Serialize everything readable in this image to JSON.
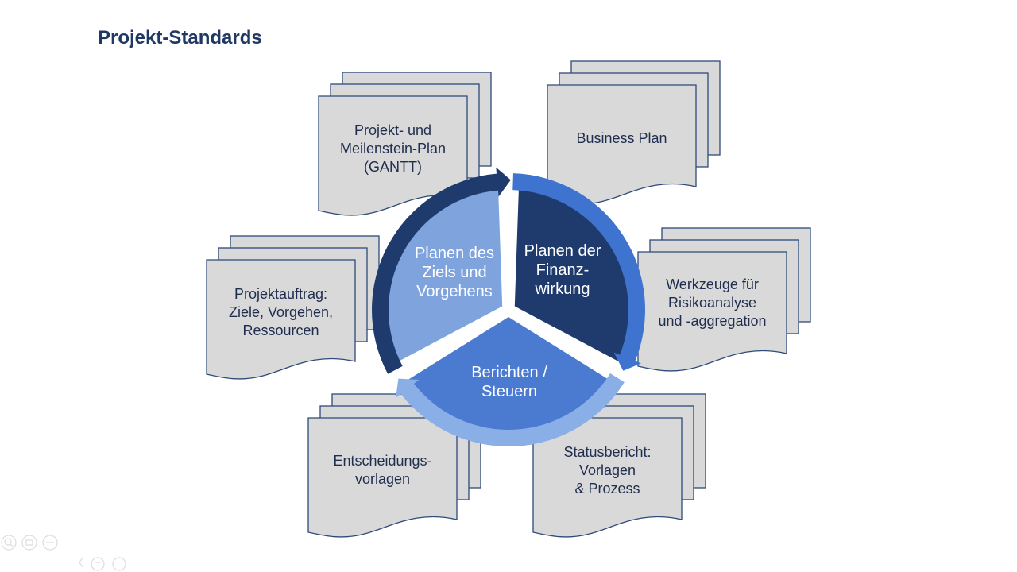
{
  "page": {
    "title": "Projekt-Standards"
  },
  "colors": {
    "title": "#1F3864",
    "doc_fill": "#D9D9D9",
    "doc_stroke": "#2F4A7A",
    "doc_text": "#1F2D4E",
    "seg_light": "#7FA3DD",
    "seg_dark": "#1F3B6E",
    "seg_mid": "#4A7BD1",
    "arrow_dark": "#1F3B6E",
    "arrow_mid": "#3F73D0",
    "arrow_light": "#8AAEE6"
  },
  "cycle": {
    "segments": [
      {
        "id": "planen-ziel",
        "lines": [
          "Planen des",
          "Ziels und",
          "Vorgehens"
        ]
      },
      {
        "id": "planen-finanz",
        "lines": [
          "Planen der",
          "Finanz-",
          "wirkung"
        ]
      },
      {
        "id": "berichten",
        "lines": [
          "Berichten /",
          "Steuern"
        ]
      }
    ]
  },
  "documents": [
    {
      "id": "gantt",
      "lines": [
        "Projekt- und",
        "Meilenstein-Plan",
        "(GANTT)"
      ]
    },
    {
      "id": "business-plan",
      "lines": [
        "Business Plan"
      ]
    },
    {
      "id": "risiko",
      "lines": [
        "Werkzeuge für",
        "Risikoanalyse",
        "und -aggregation"
      ]
    },
    {
      "id": "projektauftrag",
      "lines": [
        "Projektauftrag:",
        "Ziele, Vorgehen,",
        "Ressourcen"
      ]
    },
    {
      "id": "entscheidung",
      "lines": [
        "Entscheidungs-",
        "vorlagen"
      ]
    },
    {
      "id": "statusbericht",
      "lines": [
        "Statusbericht:",
        "Vorlagen",
        "& Prozess"
      ]
    }
  ],
  "viewer_controls": {
    "icons": [
      "zoom-icon",
      "notes-icon",
      "more-icon",
      "prev-icon",
      "menu-icon",
      "next-icon"
    ]
  }
}
